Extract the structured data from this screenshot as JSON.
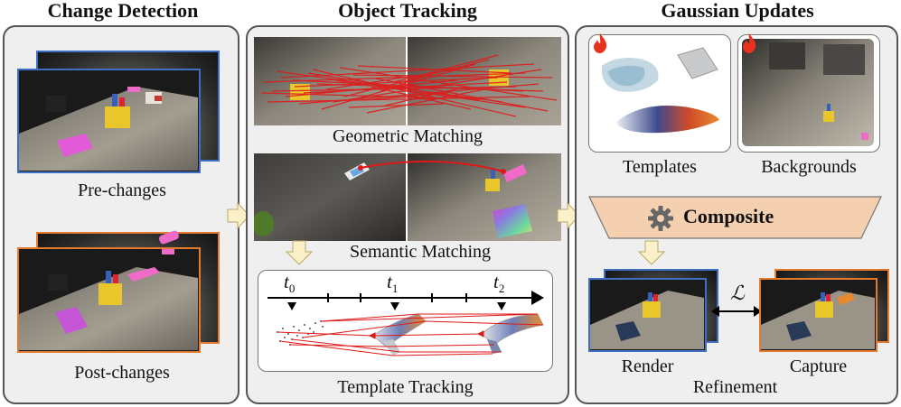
{
  "panels": {
    "change_detection": {
      "title": "Change Detection",
      "pre_label": "Pre-changes",
      "post_label": "Post-changes"
    },
    "object_tracking": {
      "title": "Object Tracking",
      "geometric_label": "Geometric Matching",
      "semantic_label": "Semantic Matching",
      "template_label": "Template Tracking",
      "timeline": [
        "t0",
        "t1",
        "t2"
      ]
    },
    "gaussian_updates": {
      "title": "Gaussian Updates",
      "templates_label": "Templates",
      "backgrounds_label": "Backgrounds",
      "composite_label": "Composite",
      "render_label": "Render",
      "capture_label": "Capture",
      "loss_symbol": "ℒ",
      "refinement_label": "Refinement"
    }
  },
  "colors": {
    "pre_frame": "#3e6fc4",
    "post_frame": "#e37a2e",
    "match_lines": "#e01818",
    "arrow_fill": "#fbf0c8",
    "composite_fill": "#f4cfb0",
    "flame": "#e8321d"
  },
  "icons": [
    "gear-icon",
    "flame-icon",
    "double-arrow-icon"
  ]
}
